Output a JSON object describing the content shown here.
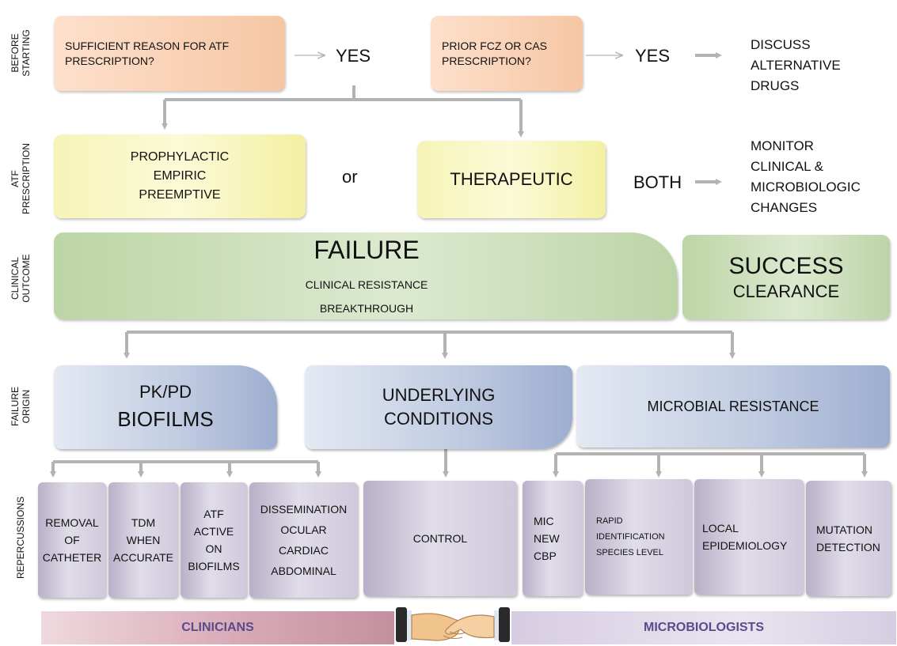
{
  "rows": {
    "before": "BEFORE\nSTARTING",
    "atf": "ATF\nPRESCRIPTION",
    "clinical": "CLINICAL\nOUTCOME",
    "failure": "FAILURE\nORIGIN",
    "repercussions": "REPERCUSSIONS"
  },
  "before": {
    "q1_line1": "SUFFICIENT REASON FOR ATF",
    "q1_line2": "PRESCRIPTION?",
    "yes1": "YES",
    "q2_line1": "PRIOR FCZ OR CAS",
    "q2_line2": "PRESCRIPTION?",
    "yes2": "YES",
    "discuss_line1": "DISCUSS",
    "discuss_line2": "ALTERNATIVE",
    "discuss_line3": "DRUGS"
  },
  "prescription": {
    "proph_line1": "PROPHYLACTIC",
    "proph_line2": "EMPIRIC",
    "proph_line3": "PREEMPTIVE",
    "or": "or",
    "therapeutic": "THERAPEUTIC",
    "both": "BOTH",
    "monitor_line1": "MONITOR",
    "monitor_line2": "CLINICAL &",
    "monitor_line3": "MICROBIOLOGIC",
    "monitor_line4": "CHANGES"
  },
  "outcome": {
    "failure": "FAILURE",
    "failure_sub1": "CLINICAL RESISTANCE",
    "failure_sub2": "BREAKTHROUGH",
    "success": "SUCCESS",
    "clearance": "CLEARANCE"
  },
  "origin": {
    "pkpd": "PK/PD",
    "biofilms": "BIOFILMS",
    "underlying_line1": "UNDERLYING",
    "underlying_line2": "CONDITIONS",
    "microbial": "MICROBIAL RESISTANCE"
  },
  "repercussions": {
    "removal": [
      "REMOVAL",
      "OF",
      "CATHETER"
    ],
    "tdm": [
      "TDM",
      "WHEN",
      "ACCURATE"
    ],
    "atf_active": [
      "ATF",
      "ACTIVE",
      "ON",
      "BIOFILMS"
    ],
    "dissemination": [
      "DISSEMINATION",
      "OCULAR",
      "CARDIAC",
      "ABDOMINAL"
    ],
    "control": "CONTROL",
    "mic": [
      "MIC",
      "NEW",
      "CBP"
    ],
    "rapid": [
      "RAPID",
      "IDENTIFICATION",
      "SPECIES LEVEL"
    ],
    "local": [
      "LOCAL",
      "EPIDEMIOLOGY"
    ],
    "mutation": [
      "MUTATION",
      "DETECTION"
    ]
  },
  "footer": {
    "clinicians": "CLINICIANS",
    "microbiologists": "MICROBIOLOGISTS",
    "handshake_icon": "handshake-icon"
  },
  "colors": {
    "arrow": "#b3b3b3",
    "orange": "#f6c6a4",
    "yellow": "#f3f0a3",
    "green": "#bcd5a6",
    "blue": "#9eaed0",
    "purple": "#b8b0c8",
    "footer_text": "#5b4a8c"
  }
}
